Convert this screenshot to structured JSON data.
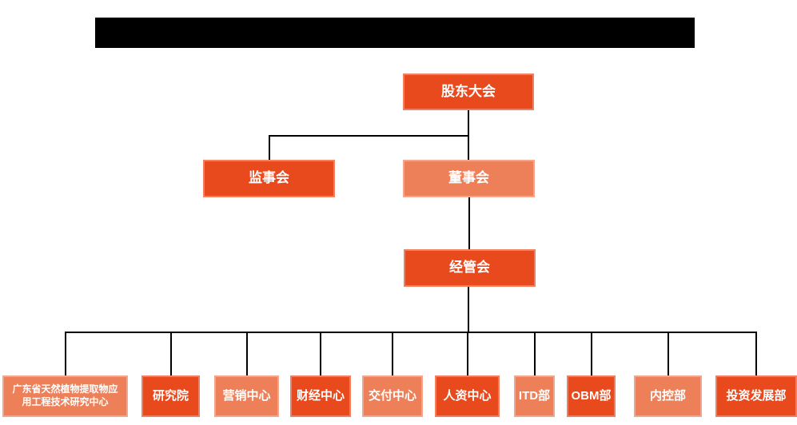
{
  "colors": {
    "dark": "#E8491D",
    "light": "#EE8059",
    "line": "#000000"
  },
  "org": {
    "root": {
      "label": "股东大会",
      "tone": "dark"
    },
    "branch": [
      {
        "label": "监事会",
        "tone": "dark"
      },
      {
        "label": "董事会",
        "tone": "light"
      }
    ],
    "management": {
      "label": "经管会",
      "tone": "dark"
    },
    "departments": [
      {
        "label": "广东省天然植物提取物应用工程技术研究中心",
        "tone": "light"
      },
      {
        "label": "研究院",
        "tone": "dark"
      },
      {
        "label": "营销中心",
        "tone": "light"
      },
      {
        "label": "财经中心",
        "tone": "dark"
      },
      {
        "label": "交付中心",
        "tone": "light"
      },
      {
        "label": "人资中心",
        "tone": "dark"
      },
      {
        "label": "ITD部",
        "tone": "light"
      },
      {
        "label": "OBM部",
        "tone": "dark"
      },
      {
        "label": "内控部",
        "tone": "light"
      },
      {
        "label": "投资发展部",
        "tone": "dark"
      }
    ]
  }
}
